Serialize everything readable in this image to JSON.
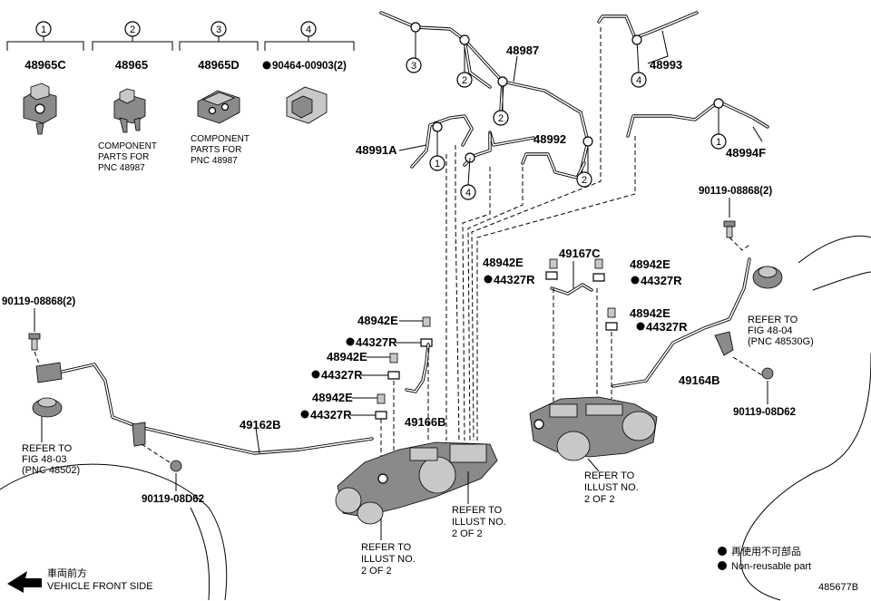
{
  "diagram_id": "485677B",
  "legend": {
    "column_numbers": [
      "1",
      "2",
      "3",
      "4"
    ],
    "parts": [
      {
        "number": "48965C"
      },
      {
        "number": "48965",
        "note": [
          "COMPONENT",
          "PARTS FOR",
          "PNC 48987"
        ]
      },
      {
        "number": "48965D",
        "note": [
          "COMPONENT",
          "PARTS FOR",
          "PNC 48987"
        ]
      },
      {
        "number": "90464-00903(2)",
        "non_reusable": true
      }
    ]
  },
  "part_labels": {
    "p48987": "48987",
    "p48993": "48993",
    "p48991A": "48991A",
    "p48992": "48992",
    "p48994F": "48994F",
    "p49167C": "49167C",
    "p49162B": "49162B",
    "p49166B": "49166B",
    "p49164B": "49164B",
    "bolt_left_top": "90119-08868(2)",
    "bolt_right_top": "90119-08868(2)",
    "bolt_left_bottom": "90119-08D62",
    "bolt_right_bottom": "90119-08D62",
    "p48942E": "48942E",
    "p44327R": "44327R"
  },
  "references": {
    "fig_48_03": [
      "REFER TO",
      "FIG 48-03",
      "(PNC 48502)"
    ],
    "fig_48_04": [
      "REFER TO",
      "FIG 48-04",
      "(PNC 48530G)"
    ],
    "illust_left": [
      "REFER TO",
      "ILLUST NO.",
      "2 OF 2"
    ],
    "illust_mid": [
      "REFER TO",
      "ILLUST NO.",
      "2 OF 2"
    ],
    "illust_right": [
      "REFER TO",
      "ILLUST NO.",
      "2 OF 2"
    ]
  },
  "footer": {
    "front_jp": "車両前方",
    "front_en": "VEHICLE FRONT SIDE",
    "key_jp": "再使用不可部品",
    "key_en": "Non-reusable part"
  }
}
